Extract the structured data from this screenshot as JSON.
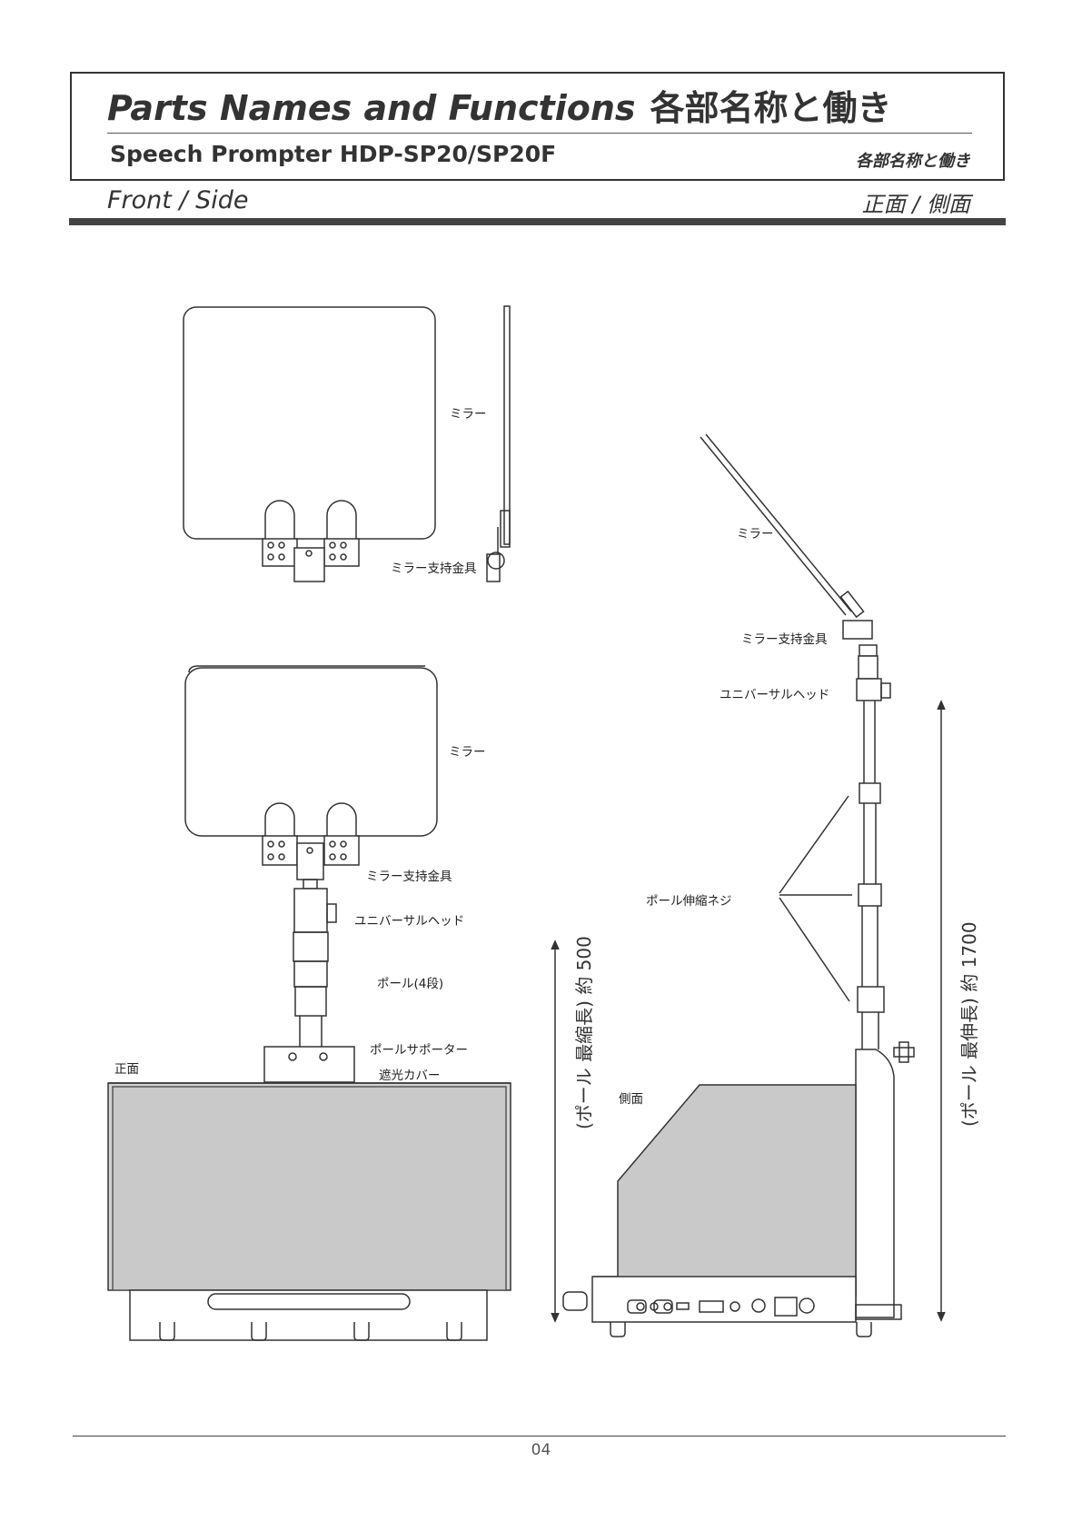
{
  "header": {
    "title_en": "Parts Names and Functions",
    "title_jp": "各部名称と働き",
    "subtitle": "Speech Prompter HDP-SP20/SP20F",
    "subtitle_jp": "各部名称と働き"
  },
  "section": {
    "title_en": "Front / Side",
    "title_jp": "正面 / 側面"
  },
  "labels": {
    "mirror_top": "ミラー",
    "mirror_support_top": "ミラー支持金具",
    "mirror_front": "ミラー",
    "mirror_support_front": "ミラー支持金具",
    "universal_head_front": "ユニバーサルヘッド",
    "pole_4": "ポール(4段)",
    "pole_supporter": "ポールサポーター",
    "light_cover": "遮光カバー",
    "front": "正面",
    "side": "側面",
    "mirror_side": "ミラー",
    "mirror_support_side": "ミラー支持金具",
    "universal_head_side": "ユニバーサルヘッド",
    "pole_screw": "ポール伸縮ネジ"
  },
  "dimensions": {
    "min_length": "(ポール 最縮長) 約 500",
    "max_length": "(ポール 最伸長) 約 1700"
  },
  "footer": {
    "page_number": "04"
  }
}
